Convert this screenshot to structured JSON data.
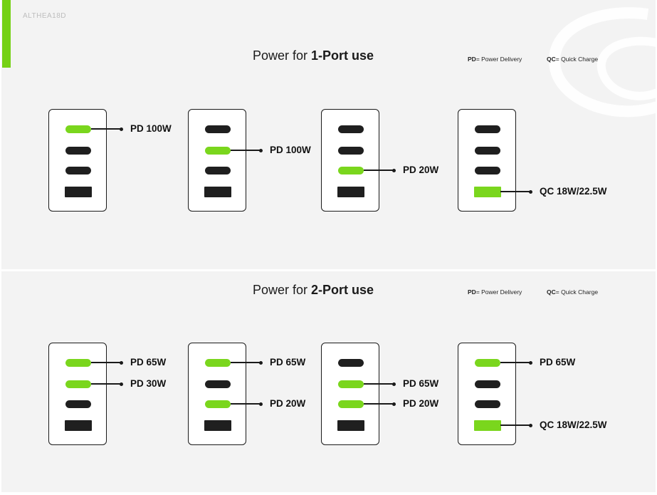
{
  "watermark": "ALTHEA18D",
  "sections": [
    {
      "title_prefix": "Power for ",
      "title_bold": "1-Port use",
      "legend_pd_abbr": "PD",
      "legend_pd_text": "= Power Delivery",
      "legend_qc_abbr": "QC",
      "legend_qc_text": "= Quick Charge",
      "chargers": [
        {
          "ports": [
            {
              "type": "usb-c",
              "active": true
            },
            {
              "type": "usb-c",
              "active": false
            },
            {
              "type": "usb-c",
              "active": false
            },
            {
              "type": "usb-a",
              "active": false
            }
          ],
          "labels": [
            "PD 100W"
          ]
        },
        {
          "ports": [
            {
              "type": "usb-c",
              "active": false
            },
            {
              "type": "usb-c",
              "active": true
            },
            {
              "type": "usb-c",
              "active": false
            },
            {
              "type": "usb-a",
              "active": false
            }
          ],
          "labels": [
            "PD 100W"
          ]
        },
        {
          "ports": [
            {
              "type": "usb-c",
              "active": false
            },
            {
              "type": "usb-c",
              "active": false
            },
            {
              "type": "usb-c",
              "active": true
            },
            {
              "type": "usb-a",
              "active": false
            }
          ],
          "labels": [
            "PD 20W"
          ]
        },
        {
          "ports": [
            {
              "type": "usb-c",
              "active": false
            },
            {
              "type": "usb-c",
              "active": false
            },
            {
              "type": "usb-c",
              "active": false
            },
            {
              "type": "usb-a",
              "active": true
            }
          ],
          "labels": [
            "QC 18W/22.5W"
          ]
        }
      ]
    },
    {
      "title_prefix": "Power for ",
      "title_bold": "2-Port use",
      "legend_pd_abbr": "PD",
      "legend_pd_text": "= Power Delivery",
      "legend_qc_abbr": "QC",
      "legend_qc_text": "= Quick Charge",
      "chargers": [
        {
          "ports": [
            {
              "type": "usb-c",
              "active": true
            },
            {
              "type": "usb-c",
              "active": true
            },
            {
              "type": "usb-c",
              "active": false
            },
            {
              "type": "usb-a",
              "active": false
            }
          ],
          "labels": [
            "PD 65W",
            "PD 30W"
          ]
        },
        {
          "ports": [
            {
              "type": "usb-c",
              "active": true
            },
            {
              "type": "usb-c",
              "active": false
            },
            {
              "type": "usb-c",
              "active": true
            },
            {
              "type": "usb-a",
              "active": false
            }
          ],
          "labels": [
            "PD 65W",
            "PD 20W"
          ]
        },
        {
          "ports": [
            {
              "type": "usb-c",
              "active": false
            },
            {
              "type": "usb-c",
              "active": true
            },
            {
              "type": "usb-c",
              "active": true
            },
            {
              "type": "usb-a",
              "active": false
            }
          ],
          "labels": [
            "PD 65W",
            "PD 20W"
          ]
        },
        {
          "ports": [
            {
              "type": "usb-c",
              "active": true
            },
            {
              "type": "usb-c",
              "active": false
            },
            {
              "type": "usb-c",
              "active": false
            },
            {
              "type": "usb-a",
              "active": true
            }
          ],
          "labels": [
            "PD 65W",
            "QC 18W/22.5W"
          ]
        }
      ]
    }
  ],
  "colors": {
    "active_port": "#7ad61d",
    "inactive_port": "#1f1f1f",
    "accent_bar": "#75d114",
    "background": "#f3f3f3"
  }
}
